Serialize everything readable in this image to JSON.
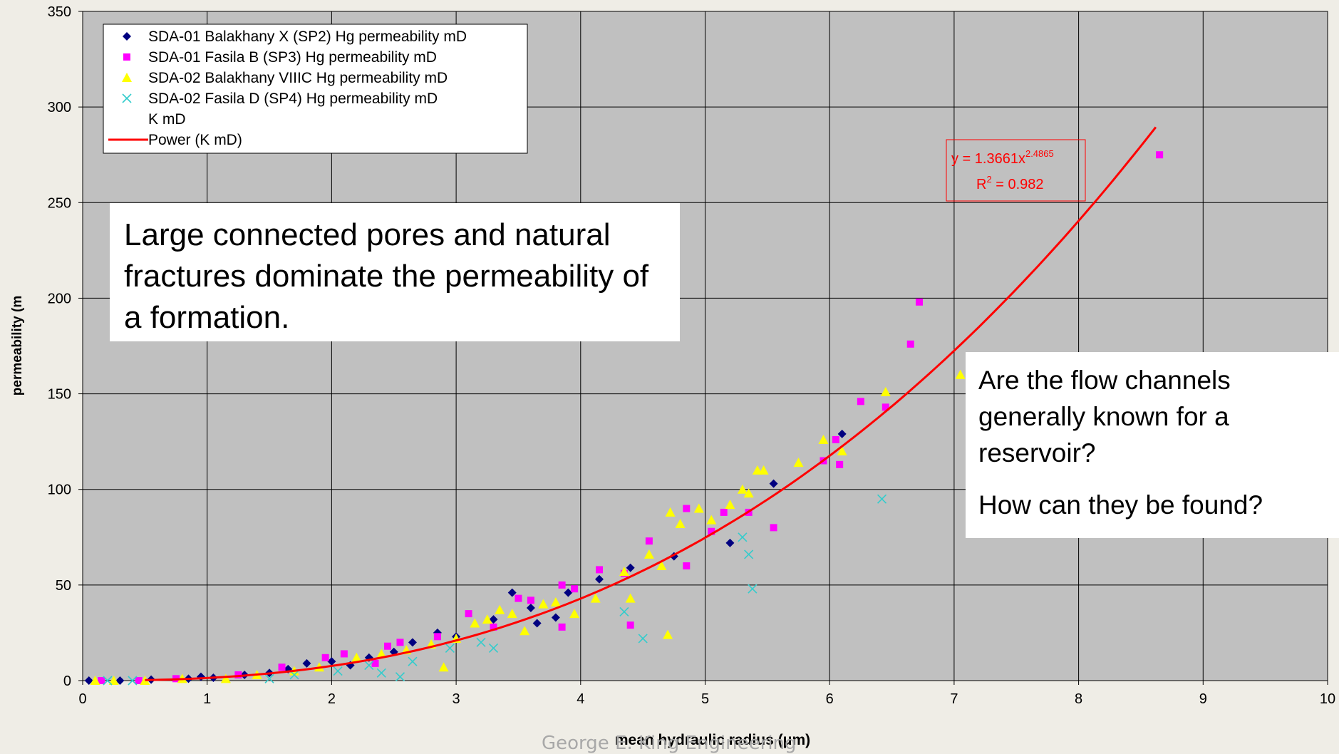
{
  "chart_data": {
    "type": "scatter",
    "xlabel": "mean hydraulic radius (μm)",
    "ylabel": "permeability (m",
    "xlim": [
      0,
      10
    ],
    "ylim": [
      0,
      350
    ],
    "xticks": [
      "0",
      "1",
      "2",
      "3",
      "4",
      "5",
      "6",
      "7",
      "8",
      "9",
      "10"
    ],
    "yticks": [
      "0",
      "50",
      "100",
      "150",
      "200",
      "250",
      "300",
      "350"
    ],
    "grid": true,
    "legend_position": "top-left",
    "legend": [
      {
        "label": "SDA-01 Balakhany X (SP2) Hg permeability mD",
        "marker": "diamond",
        "color": "#000080"
      },
      {
        "label": "SDA-01 Fasila B (SP3) Hg permeability mD",
        "marker": "square",
        "color": "#ff00ff"
      },
      {
        "label": "SDA-02 Balakhany VIIIC Hg permeability mD",
        "marker": "triangle",
        "color": "#ffff00"
      },
      {
        "label": "SDA-02 Fasila D (SP4) Hg permeability mD",
        "marker": "x",
        "color": "#33cccc"
      },
      {
        "label": "K mD",
        "marker": "none",
        "color": "#000000"
      },
      {
        "label": "Power (K mD)",
        "marker": "line",
        "color": "#ff0000"
      }
    ],
    "series": [
      {
        "name": "SDA-01 Balakhany X (SP2) Hg permeability mD",
        "marker": "diamond",
        "color": "#000080",
        "points": [
          [
            0.05,
            0
          ],
          [
            0.3,
            0
          ],
          [
            0.55,
            0.5
          ],
          [
            0.85,
            1
          ],
          [
            0.95,
            2
          ],
          [
            1.05,
            1.5
          ],
          [
            1.3,
            3
          ],
          [
            1.5,
            4
          ],
          [
            1.65,
            6
          ],
          [
            1.8,
            9
          ],
          [
            2.0,
            10
          ],
          [
            2.15,
            8
          ],
          [
            2.3,
            12
          ],
          [
            2.5,
            15
          ],
          [
            2.65,
            20
          ],
          [
            2.85,
            25
          ],
          [
            3.0,
            23
          ],
          [
            3.3,
            32
          ],
          [
            3.45,
            46
          ],
          [
            3.6,
            38
          ],
          [
            3.65,
            30
          ],
          [
            3.8,
            33
          ],
          [
            3.9,
            46
          ],
          [
            4.15,
            53
          ],
          [
            4.4,
            59
          ],
          [
            4.75,
            65
          ],
          [
            5.2,
            72
          ],
          [
            5.55,
            103
          ],
          [
            6.1,
            129
          ]
        ]
      },
      {
        "name": "SDA-01 Fasila B (SP3) Hg permeability mD",
        "marker": "square",
        "color": "#ff00ff",
        "points": [
          [
            0.15,
            0
          ],
          [
            0.45,
            0
          ],
          [
            0.75,
            1
          ],
          [
            1.25,
            3
          ],
          [
            1.6,
            7
          ],
          [
            1.95,
            12
          ],
          [
            2.1,
            14
          ],
          [
            2.35,
            9
          ],
          [
            2.45,
            18
          ],
          [
            2.55,
            20
          ],
          [
            2.85,
            23
          ],
          [
            3.1,
            35
          ],
          [
            3.3,
            28
          ],
          [
            3.5,
            43
          ],
          [
            3.6,
            42
          ],
          [
            3.85,
            50
          ],
          [
            3.85,
            28
          ],
          [
            3.95,
            48
          ],
          [
            4.15,
            58
          ],
          [
            4.35,
            56
          ],
          [
            4.4,
            29
          ],
          [
            4.55,
            73
          ],
          [
            4.85,
            90
          ],
          [
            4.85,
            60
          ],
          [
            5.05,
            78
          ],
          [
            5.15,
            88
          ],
          [
            5.35,
            88
          ],
          [
            5.55,
            80
          ],
          [
            5.95,
            115
          ],
          [
            6.05,
            126
          ],
          [
            6.08,
            113
          ],
          [
            6.25,
            146
          ],
          [
            6.45,
            143
          ],
          [
            6.65,
            176
          ],
          [
            6.72,
            198
          ],
          [
            8.65,
            275
          ]
        ]
      },
      {
        "name": "SDA-02 Balakhany VIIIC Hg permeability mD",
        "marker": "triangle",
        "color": "#ffff00",
        "points": [
          [
            0.1,
            0
          ],
          [
            0.25,
            0
          ],
          [
            0.5,
            0
          ],
          [
            0.8,
            1
          ],
          [
            1.15,
            1
          ],
          [
            1.4,
            3
          ],
          [
            1.7,
            5
          ],
          [
            1.9,
            7
          ],
          [
            2.2,
            12
          ],
          [
            2.4,
            14
          ],
          [
            2.6,
            16
          ],
          [
            2.8,
            19
          ],
          [
            2.9,
            7
          ],
          [
            3.0,
            22
          ],
          [
            3.15,
            30
          ],
          [
            3.25,
            32
          ],
          [
            3.35,
            37
          ],
          [
            3.45,
            35
          ],
          [
            3.55,
            26
          ],
          [
            3.7,
            40
          ],
          [
            3.8,
            41
          ],
          [
            3.95,
            35
          ],
          [
            4.12,
            43
          ],
          [
            4.35,
            57
          ],
          [
            4.4,
            43
          ],
          [
            4.55,
            66
          ],
          [
            4.65,
            60
          ],
          [
            4.7,
            24
          ],
          [
            4.72,
            88
          ],
          [
            4.8,
            82
          ],
          [
            4.95,
            90
          ],
          [
            5.05,
            84
          ],
          [
            5.2,
            92
          ],
          [
            5.3,
            100
          ],
          [
            5.35,
            98
          ],
          [
            5.42,
            110
          ],
          [
            5.47,
            110
          ],
          [
            5.75,
            114
          ],
          [
            5.95,
            126
          ],
          [
            6.1,
            120
          ],
          [
            6.45,
            151
          ],
          [
            7.05,
            160
          ]
        ]
      },
      {
        "name": "SDA-02 Fasila D (SP4) Hg permeability mD",
        "marker": "x",
        "color": "#33cccc",
        "points": [
          [
            0.2,
            0
          ],
          [
            0.4,
            0
          ],
          [
            1.5,
            1
          ],
          [
            1.7,
            3
          ],
          [
            2.05,
            5
          ],
          [
            2.3,
            8
          ],
          [
            2.4,
            4
          ],
          [
            2.55,
            2
          ],
          [
            2.65,
            10
          ],
          [
            2.95,
            17
          ],
          [
            3.2,
            20
          ],
          [
            3.3,
            17
          ],
          [
            4.35,
            36
          ],
          [
            4.5,
            22
          ],
          [
            5.3,
            75
          ],
          [
            5.35,
            66
          ],
          [
            5.38,
            48
          ],
          [
            6.42,
            95
          ]
        ]
      },
      {
        "name": "Power (K mD)",
        "type": "line",
        "color": "#ff0000",
        "equation": "y = 1.3661x^2.4865",
        "fit": {
          "a": 1.3661,
          "b": 2.4865,
          "x_start": 0.5,
          "x_end": 8.62
        }
      }
    ],
    "annotations": [
      {
        "text": "y = 1.3661x",
        "superscript": "2.4865"
      },
      {
        "text": "R",
        "superscript": "2",
        "suffix": " = 0.982"
      }
    ]
  },
  "callouts": {
    "main": "Large connected pores and natural fractures dominate the permeability of a formation.",
    "side_question_1": "Are the flow channels generally known for a reservoir?",
    "side_question_2": "How can they be found?"
  },
  "footer": {
    "credit": "George E. King Engineering"
  }
}
